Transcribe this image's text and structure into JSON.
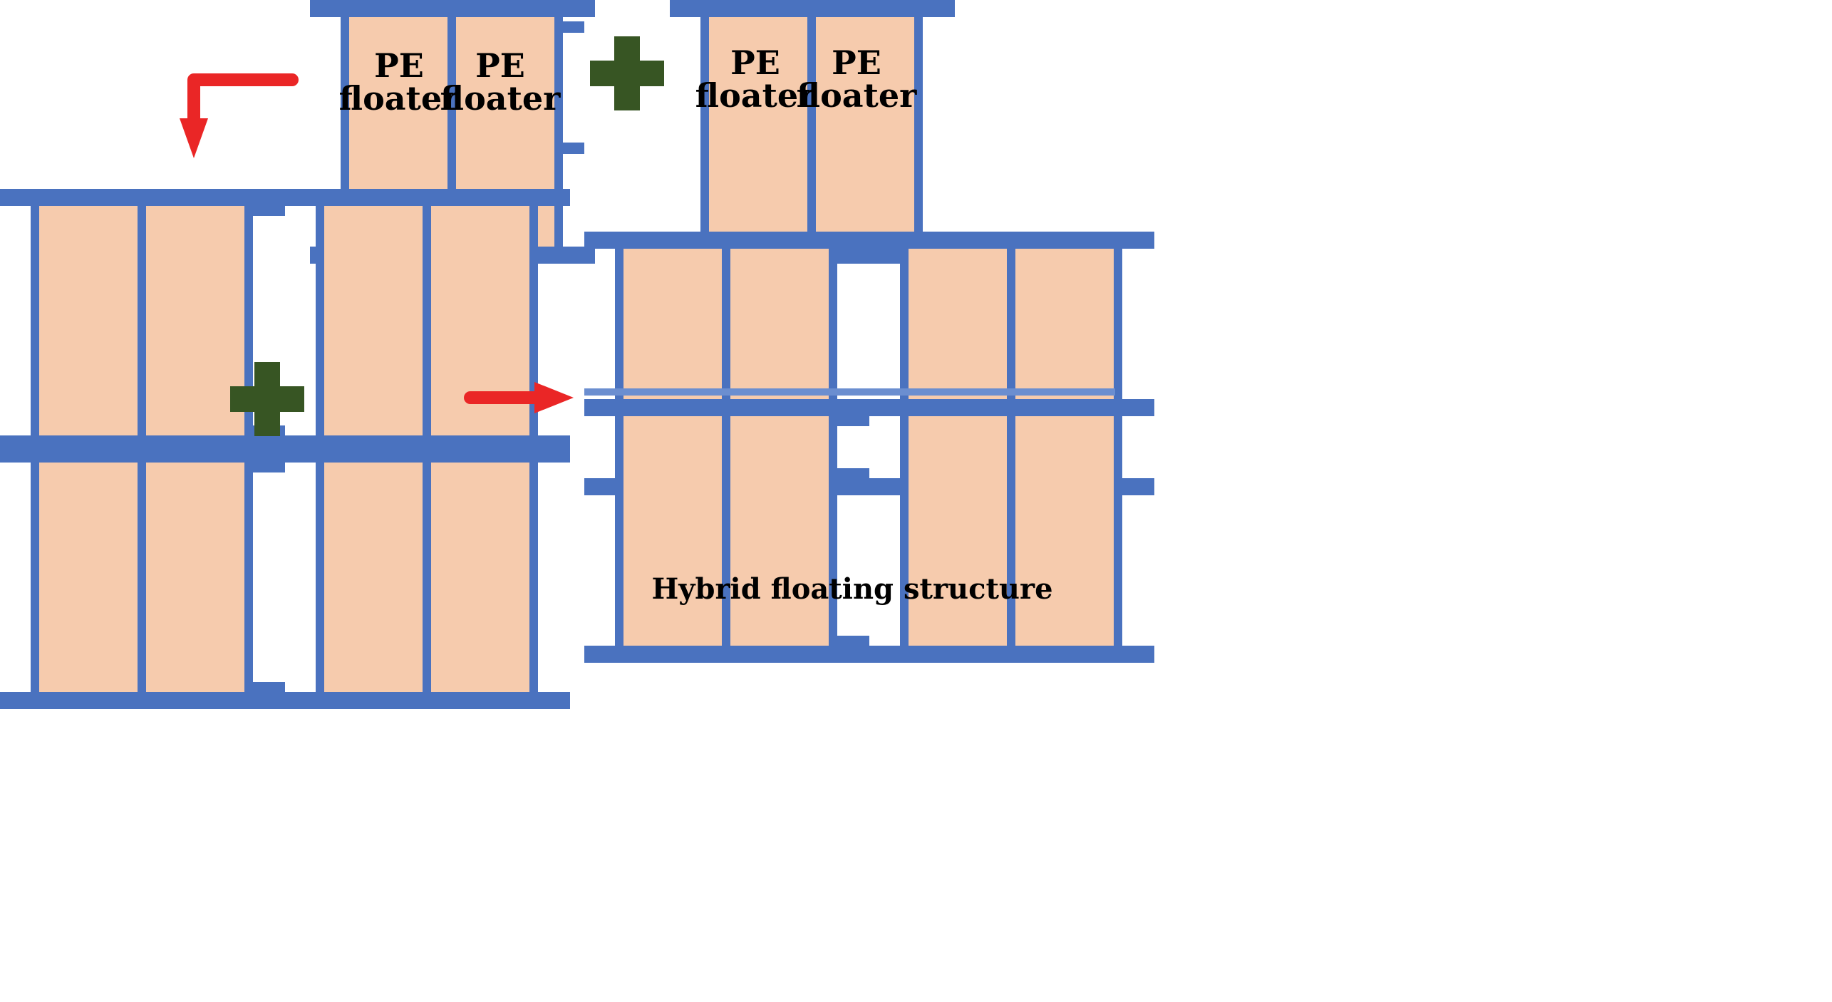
{
  "labels": {
    "floater_line1": "PE",
    "floater_line2": "floater",
    "caption": "Hybrid floating structure"
  },
  "colors": {
    "frame": "#4a72bf",
    "floater": "#f6cbad",
    "plus": "#375523",
    "arrow": "#ea2626",
    "background": "#ffffff"
  }
}
